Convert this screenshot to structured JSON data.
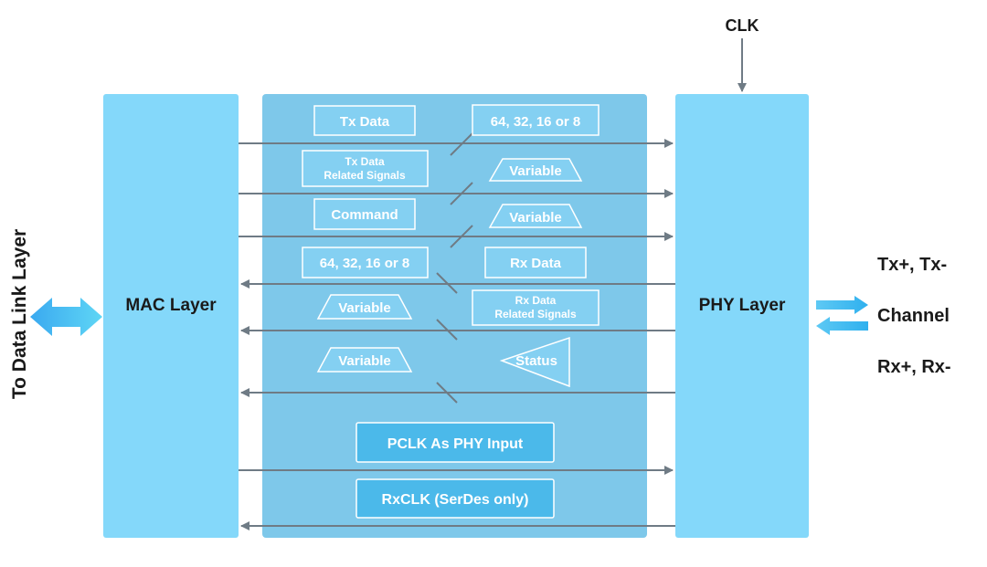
{
  "labels": {
    "clk": "CLK",
    "to_data_link_layer": "To Data Link Layer",
    "mac_layer": "MAC Layer",
    "phy_layer": "PHY Layer",
    "tx_pair": "Tx+, Tx-",
    "channel": "Channel",
    "rx_pair": "Rx+, Rx-"
  },
  "signals": {
    "tx_data": "Tx Data",
    "tx_width": "64, 32, 16 or 8",
    "tx_related_line1": "Tx Data",
    "tx_related_line2": "Related Signals",
    "tx_related_width": "Variable",
    "command": "Command",
    "command_width": "Variable",
    "rx_width": "64, 32, 16 or 8",
    "rx_data": "Rx Data",
    "rx_related_width": "Variable",
    "rx_related_line1": "Rx Data",
    "rx_related_line2": "Related Signals",
    "status_width": "Variable",
    "status": "Status",
    "pclk": "PCLK As PHY Input",
    "rxclk": "RxCLK (SerDes only)"
  },
  "colors": {
    "block": "#84d8fa",
    "middle_panel": "#7ec8ea",
    "arrow_line": "#6f7b85",
    "label_box": "#4bb9ea",
    "data_link_arrow": "#3bb4f0",
    "text_dark": "#1a1a1a",
    "text_light": "#ffffff"
  }
}
